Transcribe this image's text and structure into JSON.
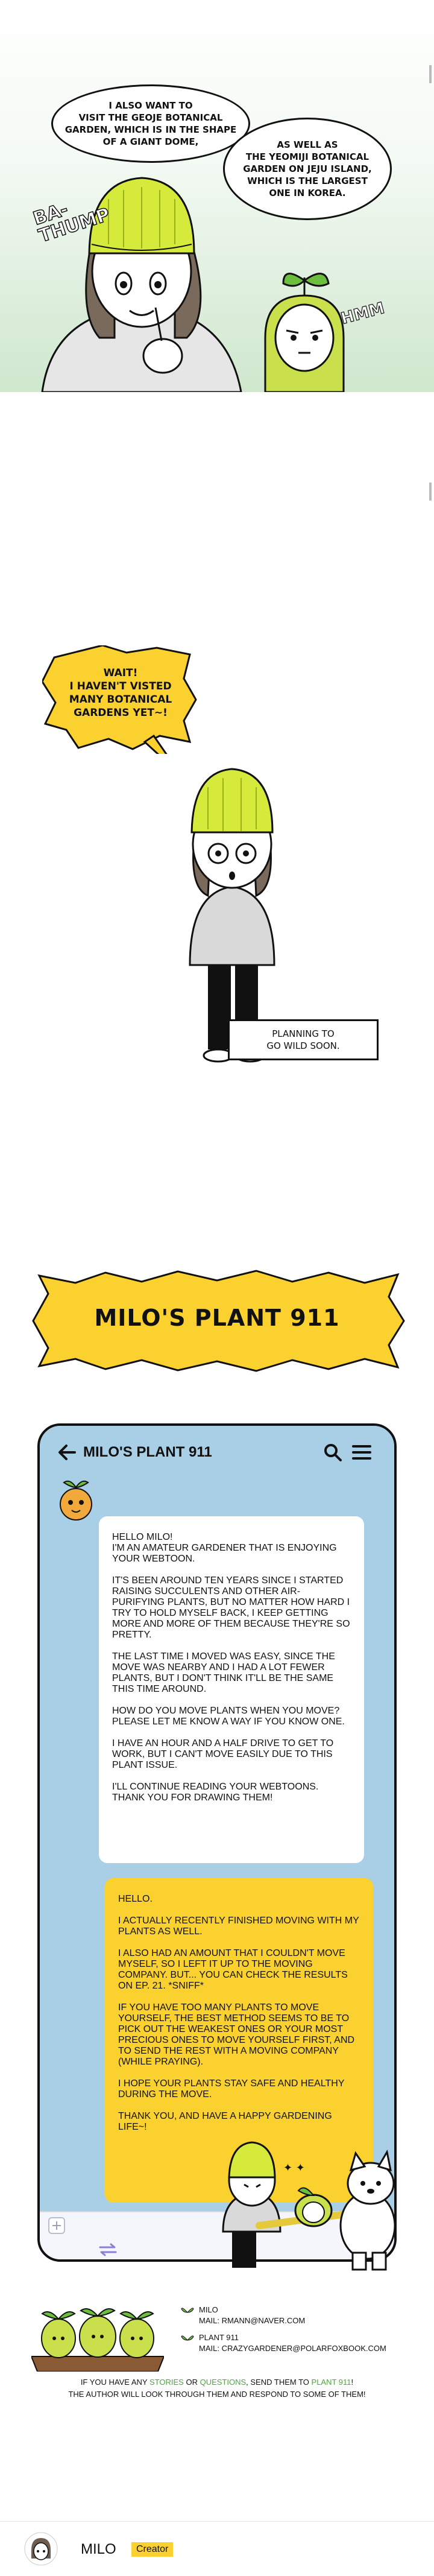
{
  "panel1": {
    "bubble_left": "I ALSO WANT TO\nVISIT THE GEOJE BOTANICAL\nGARDEN, WHICH IS IN THE SHAPE\nOF A GIANT DOME,",
    "bubble_right": "AS WELL AS\nTHE YEOMIJI BOTANICAL\nGARDEN ON JEJU ISLAND,\nWHICH IS THE LARGEST\nONE IN KOREA.",
    "sfx_left": "BA-\nTHUMP",
    "sfx_right": "HMM"
  },
  "panel2": {
    "shout": "WAIT!\nI HAVEN'T VISTED\nMANY BOTANICAL\nGARDENS YET~!",
    "caption": "PLANNING TO\nGO WILD SOON."
  },
  "banner": {
    "title": "MILO'S PLANT 911"
  },
  "phone": {
    "header_title": "MILO'S PLANT 911",
    "back_icon": "arrow-left-icon",
    "search_icon": "search-icon",
    "menu_icon": "menu-icon",
    "message": "HELLO MILO!\nI'M AN AMATEUR GARDENER THAT IS ENJOYING YOUR WEBTOON.\n\nIT'S BEEN AROUND TEN YEARS SINCE I STARTED RAISING SUCCULENTS AND OTHER AIR-PURIFYING PLANTS, BUT NO MATTER HOW HARD I TRY TO HOLD MYSELF BACK, I KEEP GETTING MORE AND MORE OF THEM BECAUSE THEY'RE SO PRETTY.\n\nTHE LAST TIME I MOVED WAS EASY, SINCE THE MOVE WAS NEARBY AND I HAD A LOT FEWER PLANTS, BUT I DON'T THINK IT'LL BE THE SAME THIS TIME AROUND.\n\nHOW DO YOU MOVE PLANTS WHEN YOU MOVE? PLEASE LET ME KNOW A WAY IF YOU KNOW ONE.\n\nI HAVE AN HOUR AND A HALF DRIVE TO GET TO WORK, BUT I CAN'T MOVE EASILY DUE TO THIS PLANT ISSUE.\n\nI'LL CONTINUE READING YOUR WEBTOONS. THANK YOU FOR DRAWING THEM!",
    "reply": "HELLO.\n\nI ACTUALLY RECENTLY FINISHED MOVING WITH MY PLANTS AS WELL.\n\nI ALSO HAD AN AMOUNT THAT I COULDN'T MOVE MYSELF, SO I LEFT IT UP TO THE MOVING COMPANY. BUT... YOU CAN CHECK THE RESULTS ON EP. 21. *SNIFF*\n\nIF YOU HAVE TOO MANY PLANTS TO MOVE YOURSELF, THE BEST METHOD SEEMS TO BE TO PICK OUT THE WEAKEST ONES OR YOUR MOST PRECIOUS ONES TO MOVE YOURSELF FIRST, AND TO SEND THE REST WITH A MOVING COMPANY (WHILE PRAYING).\n\nI HOPE YOUR PLANTS STAY SAFE AND HEALTHY DURING THE MOVE.\n\nTHANK YOU, AND HAVE A HAPPY GARDENING LIFE~!",
    "plus_icon": "plus-icon",
    "swap_icon": "swap-icon",
    "sfx": "+ +"
  },
  "credits": {
    "milo_name": "MILO",
    "milo_mail": "MAIL: RMANN@NAVER.COM",
    "plant_name": "PLANT 911",
    "plant_mail": "MAIL: CRAZYGARDENER@POLARFOXBOOK.COM",
    "note_1": "IF YOU HAVE ANY",
    "note_stories": "STORIES",
    "note_or": "OR",
    "note_questions": "QUESTIONS",
    "note_2": ", SEND THEM TO",
    "note_plant": "PLANT 911",
    "note_3": "!",
    "note_line2": "THE AUTHOR WILL LOOK THROUGH THEM AND RESPOND TO SOME OF THEM!"
  },
  "creator": {
    "name": "MILO",
    "badge": "Creator"
  },
  "colors": {
    "accent_yellow": "#fbd12f",
    "lime": "#d6ea3c",
    "phone_bg": "#a9cfe6",
    "green_highlight": "#4ca83a"
  }
}
